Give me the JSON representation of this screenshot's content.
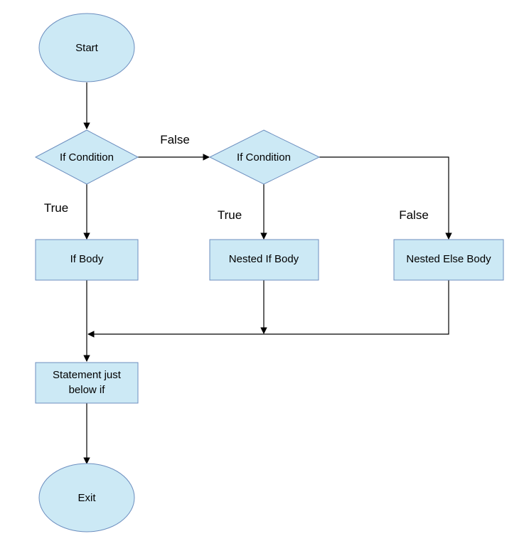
{
  "colors": {
    "node_fill": "#cce9f5",
    "node_stroke": "#6c8ebf",
    "edge": "#000000",
    "background": "#ffffff"
  },
  "nodes": {
    "start": "Start",
    "condition_1": "If Condition",
    "condition_2": "If Condition",
    "if_body": "If Body",
    "nested_if_body": "Nested If Body",
    "nested_else_body": "Nested Else Body",
    "statement_line_1": "Statement just",
    "statement_line_2": "below if",
    "exit": "Exit"
  },
  "edge_labels": {
    "cond1_false": "False",
    "cond1_true": "True",
    "cond2_true": "True",
    "cond2_false": "False"
  }
}
